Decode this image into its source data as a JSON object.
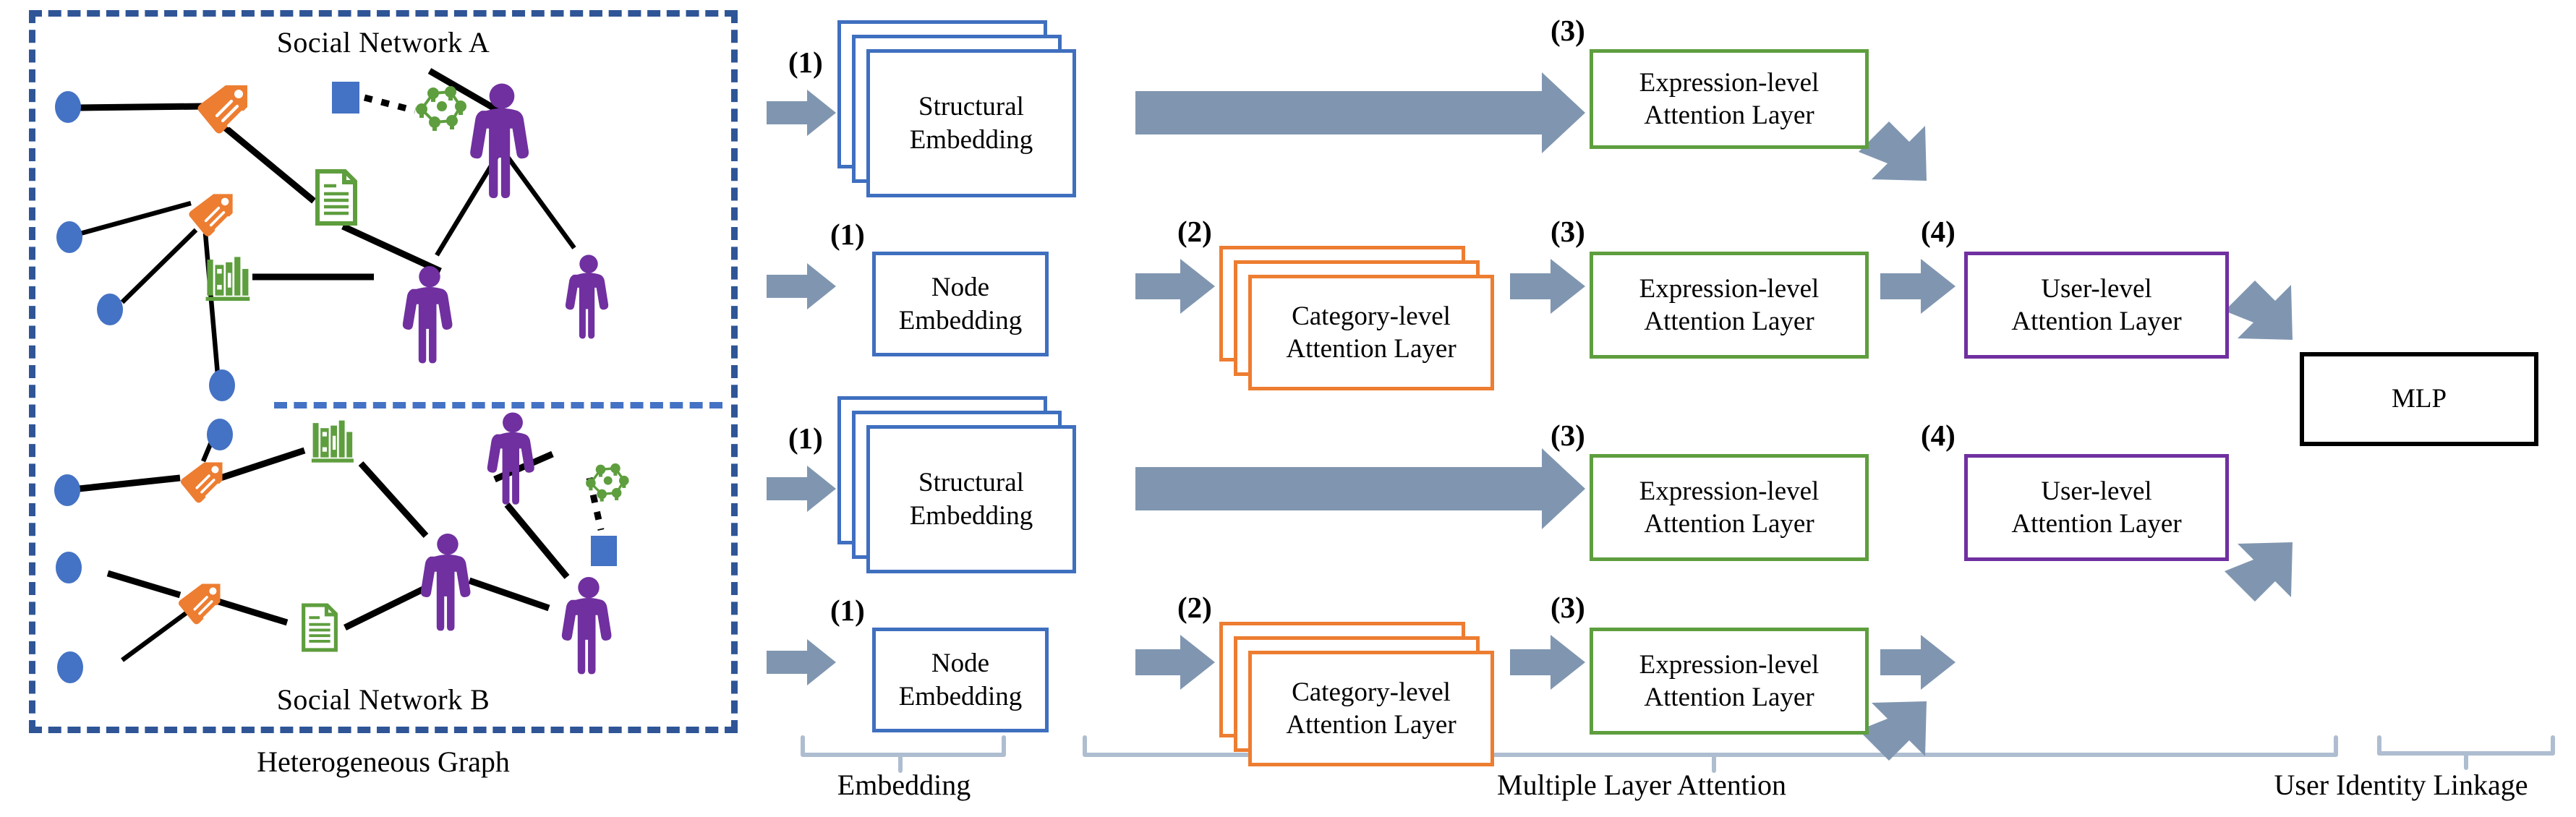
{
  "graph_panel": {
    "network_a_title": "Social Network A",
    "network_b_title": "Social Network B",
    "caption": "Heterogeneous Graph",
    "node_types": [
      {
        "name": "user-node",
        "icon": "person-icon",
        "color": "#7030a0"
      },
      {
        "name": "attribute-node",
        "icon": "circle-icon",
        "color": "#4472c4"
      },
      {
        "name": "tag-node",
        "icon": "tag-icon",
        "color": "#ed7d31"
      },
      {
        "name": "document-node",
        "icon": "document-icon",
        "color": "#5e9e3e"
      },
      {
        "name": "books-node",
        "icon": "books-icon",
        "color": "#5e9e3e"
      },
      {
        "name": "group-node",
        "icon": "network-group-icon",
        "color": "#5e9e3e"
      },
      {
        "name": "square-node",
        "icon": "square-icon",
        "color": "#4472c4"
      }
    ]
  },
  "pipeline": {
    "rows": [
      {
        "step_label": "(1)",
        "embedding": "Structural\nEmbedding",
        "embedding_line1": "Structural",
        "embedding_line2": "Embedding",
        "stacked": true
      },
      {
        "step_label": "(1)",
        "embedding_line1": "Node",
        "embedding_line2": "Embedding",
        "stacked": false
      },
      {
        "step_label": "(1)",
        "embedding_line1": "Structural",
        "embedding_line2": "Embedding",
        "stacked": true
      },
      {
        "step_label": "(1)",
        "embedding_line1": "Node",
        "embedding_line2": "Embedding",
        "stacked": false
      }
    ],
    "category_step": "(2)",
    "category_line1": "Category-level",
    "category_line2": "Attention Layer",
    "expression_step": "(3)",
    "expression_line1": "Expression-level",
    "expression_line2": "Attention Layer",
    "user_step": "(4)",
    "user_line1": "User-level",
    "user_line2": "Attention Layer",
    "mlp_label": "MLP"
  },
  "sections": [
    {
      "label": "Embedding"
    },
    {
      "label": "Multiple Layer Attention"
    },
    {
      "label": "User Identity Linkage"
    }
  ],
  "colors": {
    "dashed_border": "#2f5597",
    "embedding_blue": "#3f6fbf",
    "category_orange": "#ed7d31",
    "expression_green": "#5e9e3e",
    "user_purple": "#7030a0",
    "mlp_black": "#000000",
    "arrow_gray": "#8096b0",
    "brace_gray": "#aebdd0",
    "person_purple": "#7030a0",
    "circle_blue": "#4472c4",
    "tag_orange": "#ed7d31",
    "green_icon": "#5e9e3e"
  }
}
